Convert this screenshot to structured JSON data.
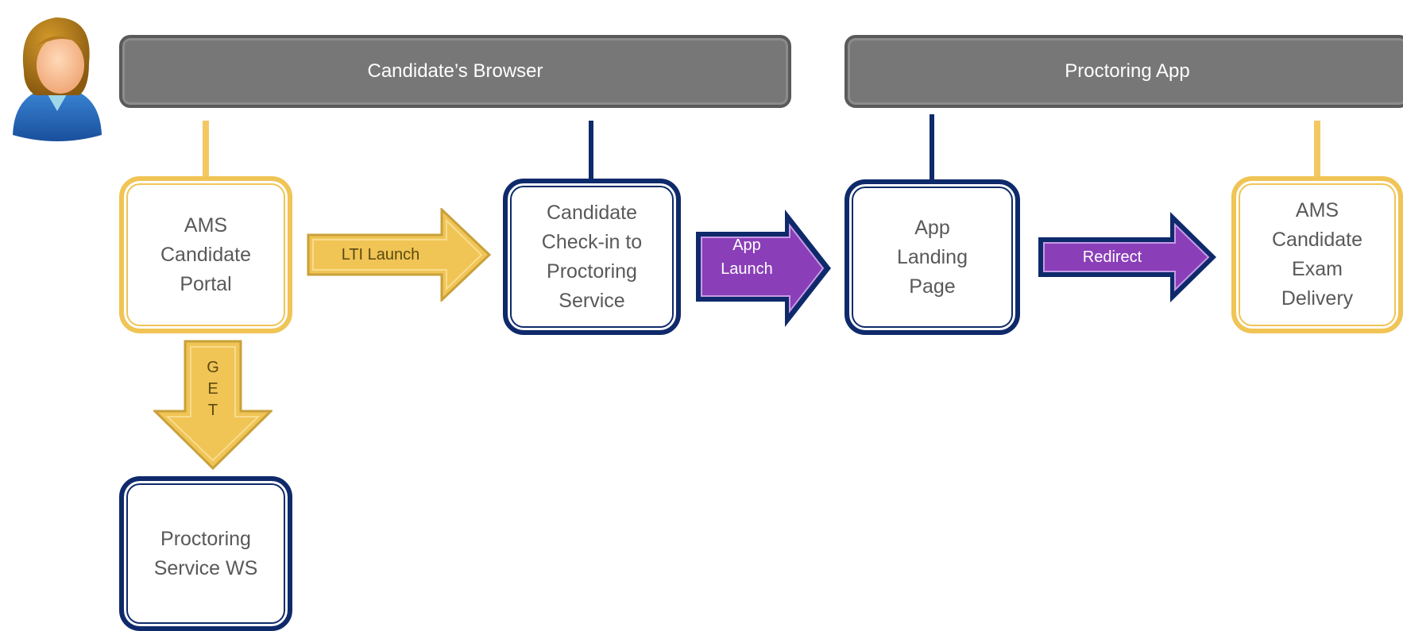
{
  "headers": {
    "browser": "Candidate’s Browser",
    "proctoring_app": "Proctoring App"
  },
  "boxes": {
    "portal": "AMS\nCandidate\nPortal",
    "checkin": "Candidate\nCheck-in to\nProctoring\nService",
    "landing": "App\nLanding\nPage",
    "exam": "AMS\nCandidate\nExam\nDelivery",
    "ws": "Proctoring\nService WS"
  },
  "arrows": {
    "lti": "LTI Launch",
    "app_launch": "App\nLaunch",
    "redirect": "Redirect",
    "get": "G\nE\nT"
  },
  "colors": {
    "gold": "#f0c455",
    "navy": "#0f2a6b",
    "purple": "#8a3fb8",
    "header": "#777777"
  },
  "icons": {
    "avatar": "user-avatar-icon"
  }
}
